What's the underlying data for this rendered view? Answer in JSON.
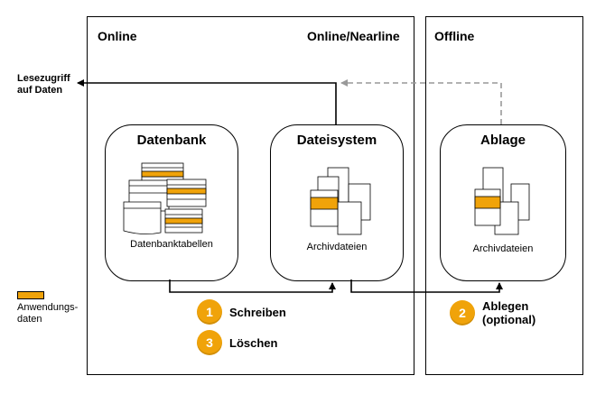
{
  "zones": {
    "online": "Online",
    "online_nearline": "Online/Nearline",
    "offline": "Offline"
  },
  "read_access": {
    "line1": "Lesezugriff",
    "line2": "auf Daten"
  },
  "legend": {
    "line1": "Anwendungs-",
    "line2": "daten",
    "color": "#f0a30a"
  },
  "boxes": {
    "database": {
      "title": "Datenbank",
      "caption": "Datenbanktabellen"
    },
    "filesystem": {
      "title": "Dateisystem",
      "caption": "Archivdateien"
    },
    "storage": {
      "title": "Ablage",
      "caption": "Archivdateien"
    }
  },
  "steps": {
    "write": {
      "number": "1",
      "label": "Schreiben"
    },
    "store": {
      "number": "2",
      "label_line1": "Ablegen",
      "label_line2": "(optional)"
    },
    "delete": {
      "number": "3",
      "label": "Löschen"
    }
  },
  "colors": {
    "accent": "#f0a30a",
    "dashed_arrow": "#999999"
  }
}
